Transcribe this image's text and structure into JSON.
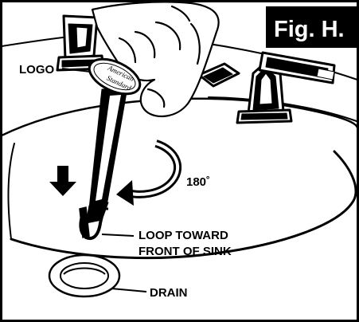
{
  "figure": {
    "title": "Fig. H.",
    "colors": {
      "ink": "#000000",
      "paper": "#ffffff",
      "title_bg": "#000000"
    }
  },
  "labels": {
    "logo": "LOGO",
    "rotation": "180˚",
    "loop_line1": "LOOP TOWARD",
    "loop_line2": "FRONT OF SINK",
    "drain": "DRAIN"
  },
  "stopper_cap": {
    "brand_line1": "American",
    "brand_line2": "Standard"
  },
  "icons": [
    "down-arrow-icon",
    "rotate-arrow-icon"
  ]
}
